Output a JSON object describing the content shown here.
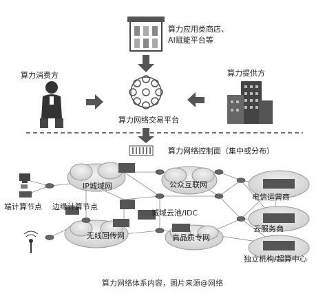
{
  "labels": {
    "app_store": "算力应用类商店、",
    "app_store_line2": "AI赋能平台等",
    "consumer": "算力消费方",
    "provider": "算力提供方",
    "platform": "算力网络交易平台",
    "control_plane": "算力网络控制面（集中或分布）",
    "ip_metro": "IP城域网",
    "public_internet": "公众互联网",
    "telecom": "电信运营商",
    "edge_terminal": "端计算节点",
    "edge_compute": "边缘计算节点",
    "metro_cloud": "城域云池/IDC",
    "cloud_provider": "云服务商",
    "wireless_backhaul": "无线回传网",
    "premium_network": "高品质专网",
    "independent": "独立机构/超算中心"
  },
  "caption": "算力网络体系内容，图片来源@网络"
}
